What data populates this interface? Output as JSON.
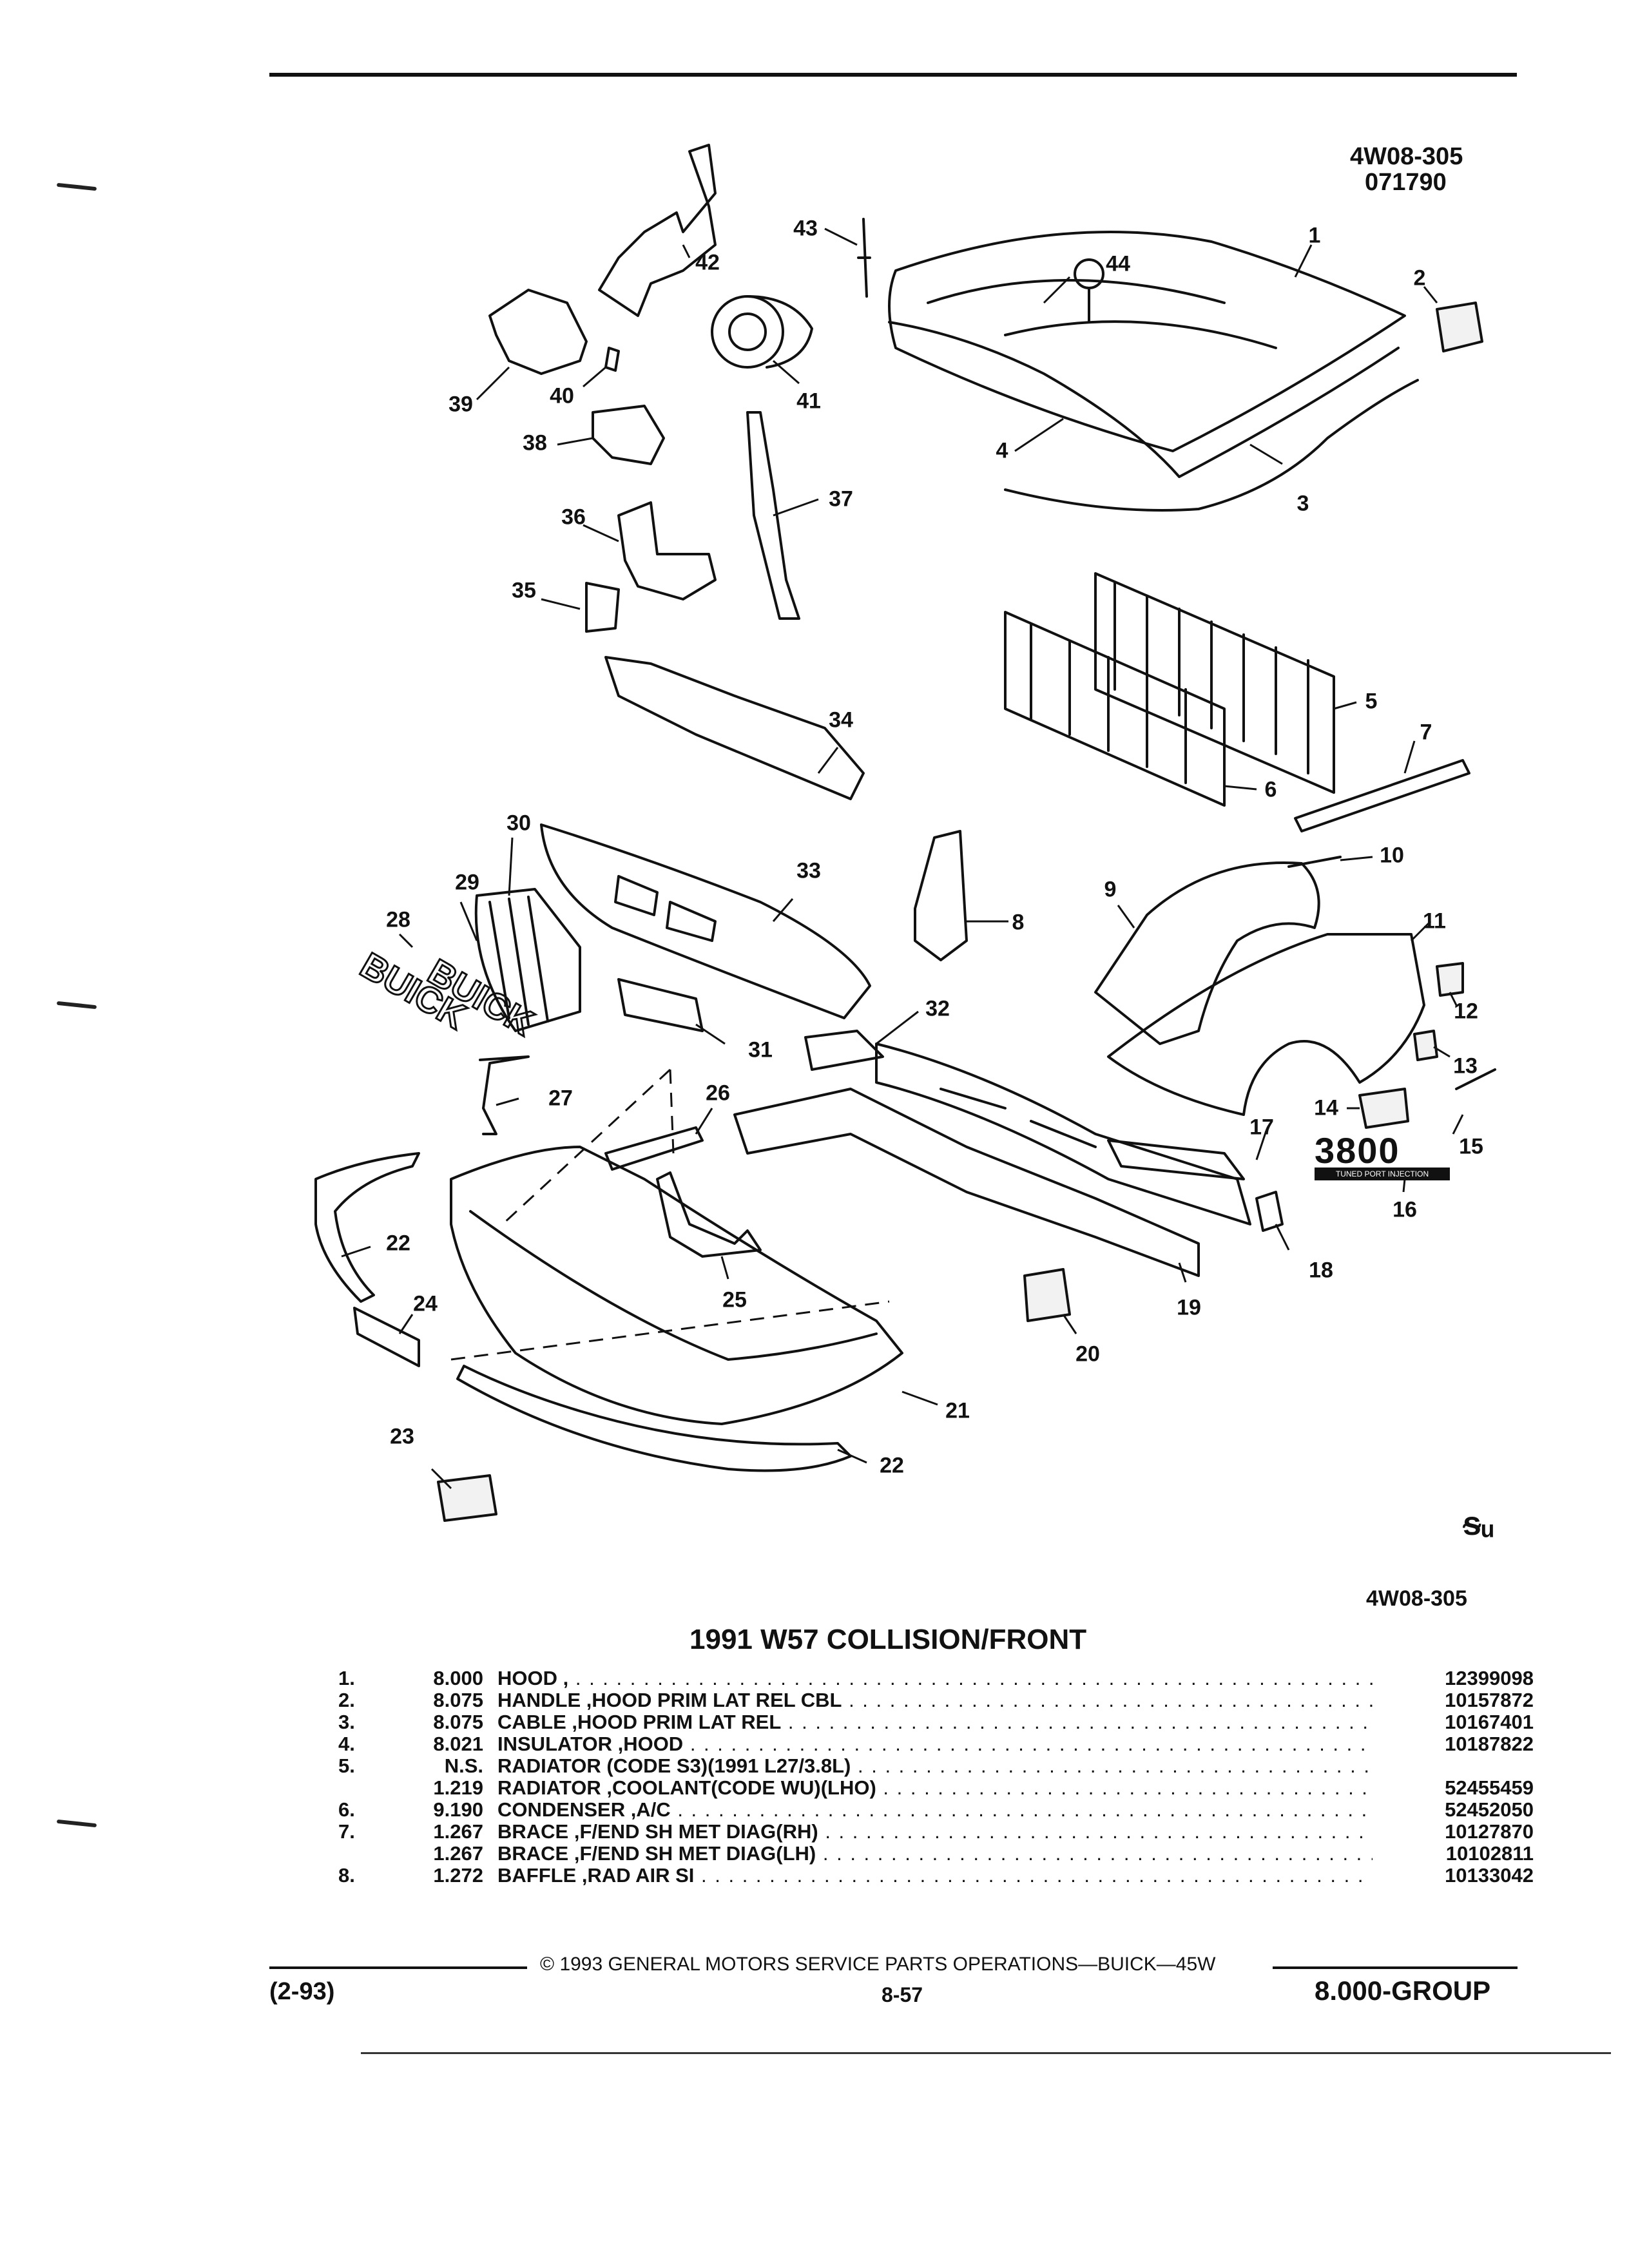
{
  "header": {
    "illustration_code": "4W08-305",
    "illustration_date": "071790",
    "footer_code": "4W08-305"
  },
  "section_title": "1991 W57 COLLISION/FRONT",
  "callouts": [
    "1",
    "2",
    "3",
    "4",
    "5",
    "6",
    "7",
    "8",
    "9",
    "10",
    "11",
    "12",
    "13",
    "14",
    "15",
    "16",
    "17",
    "18",
    "19",
    "20",
    "21",
    "22",
    "22",
    "23",
    "24",
    "25",
    "26",
    "27",
    "28",
    "29",
    "30",
    "31",
    "32",
    "33",
    "34",
    "35",
    "36",
    "37",
    "38",
    "39",
    "40",
    "41",
    "42",
    "43",
    "44"
  ],
  "engine_badge": {
    "number": "3800",
    "subtext": "TUNED PORT INJECTION"
  },
  "stamp": "ᵴᵤ",
  "parts": [
    {
      "index": "1.",
      "group": "8.000",
      "description": "HOOD ,",
      "part_number": "12399098"
    },
    {
      "index": "2.",
      "group": "8.075",
      "description": "HANDLE ,HOOD PRIM LAT REL CBL",
      "part_number": "10157872"
    },
    {
      "index": "3.",
      "group": "8.075",
      "description": "CABLE ,HOOD PRIM LAT REL",
      "part_number": "10167401"
    },
    {
      "index": "4.",
      "group": "8.021",
      "description": "INSULATOR ,HOOD",
      "part_number": "10187822"
    },
    {
      "index": "5.",
      "group": "N.S.",
      "description": "RADIATOR (CODE S3)(1991 L27/3.8L)",
      "part_number": ""
    },
    {
      "index": "",
      "group": "1.219",
      "description": "RADIATOR ,COOLANT(CODE WU)(LHO)",
      "part_number": "52455459"
    },
    {
      "index": "6.",
      "group": "9.190",
      "description": "CONDENSER ,A/C",
      "part_number": "52452050"
    },
    {
      "index": "7.",
      "group": "1.267",
      "description": "BRACE ,F/END SH MET DIAG(RH)",
      "part_number": "10127870"
    },
    {
      "index": "",
      "group": "1.267",
      "description": "BRACE ,F/END SH MET DIAG(LH)",
      "part_number": "10102811"
    },
    {
      "index": "8.",
      "group": "1.272",
      "description": "BAFFLE ,RAD AIR SI",
      "part_number": "10133042"
    }
  ],
  "footer": {
    "copyright": "© 1993 GENERAL MOTORS SERVICE PARTS OPERATIONS—BUICK—45W",
    "revision": "(2-93)",
    "page": "8-57",
    "group": "8.000-GROUP"
  }
}
